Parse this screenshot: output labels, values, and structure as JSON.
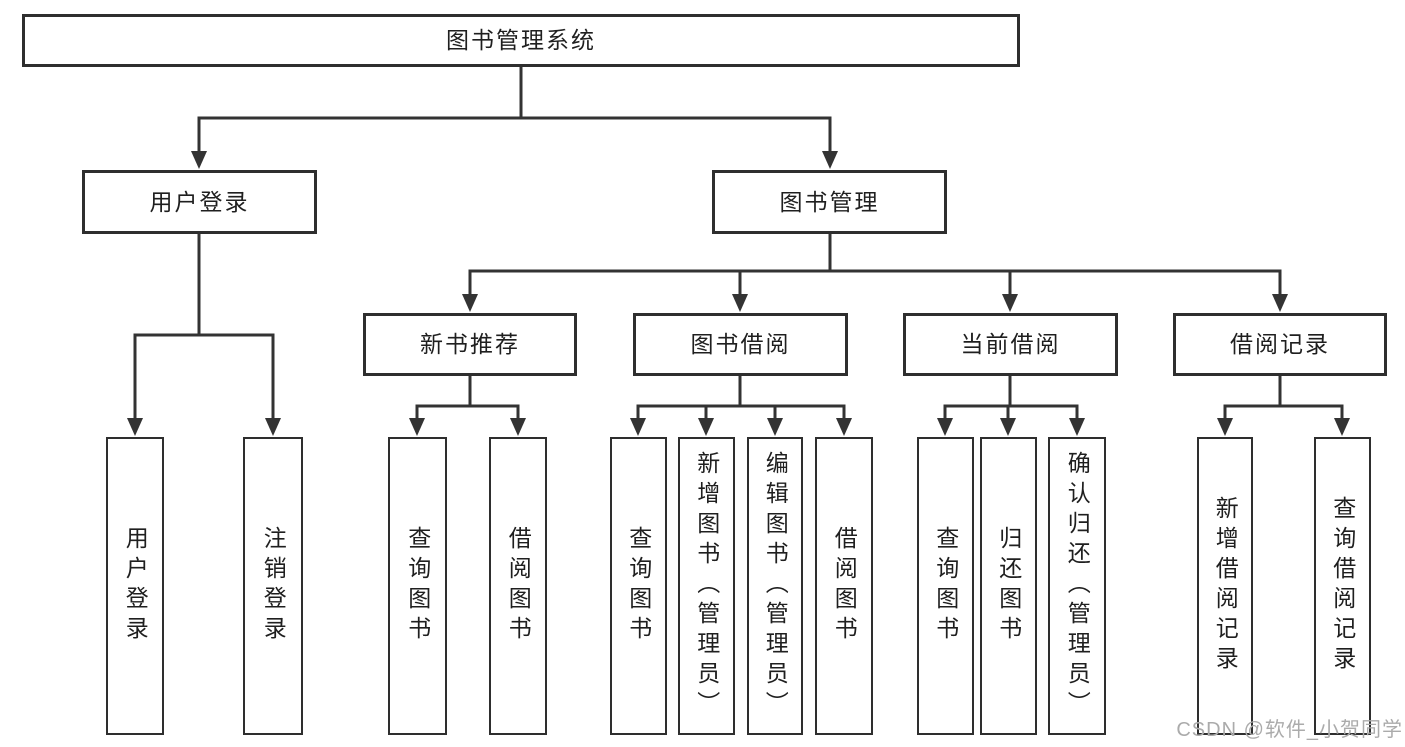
{
  "diagram_title": "图书管理系统",
  "tree": {
    "label": "图书管理系统",
    "children": [
      {
        "label": "用户登录",
        "children": [
          {
            "label": "用户登录"
          },
          {
            "label": "注销登录"
          }
        ]
      },
      {
        "label": "图书管理",
        "children": [
          {
            "label": "新书推荐",
            "children": [
              {
                "label": "查询图书"
              },
              {
                "label": "借阅图书"
              }
            ]
          },
          {
            "label": "图书借阅",
            "children": [
              {
                "label": "查询图书"
              },
              {
                "label": "新增图书（管理员）"
              },
              {
                "label": "编辑图书（管理员）"
              },
              {
                "label": "借阅图书"
              }
            ]
          },
          {
            "label": "当前借阅",
            "children": [
              {
                "label": "查询图书"
              },
              {
                "label": "归还图书"
              },
              {
                "label": "确认归还（管理员）"
              }
            ]
          },
          {
            "label": "借阅记录",
            "children": [
              {
                "label": "新增借阅记录"
              },
              {
                "label": "查询借阅记录"
              }
            ]
          }
        ]
      }
    ]
  },
  "watermark": "CSDN @软件_小贺同学",
  "colors": {
    "line": "#333333",
    "box_border": "#2e2e2e",
    "text": "#1f1f1f",
    "background": "#ffffff",
    "watermark": "#ababab"
  }
}
